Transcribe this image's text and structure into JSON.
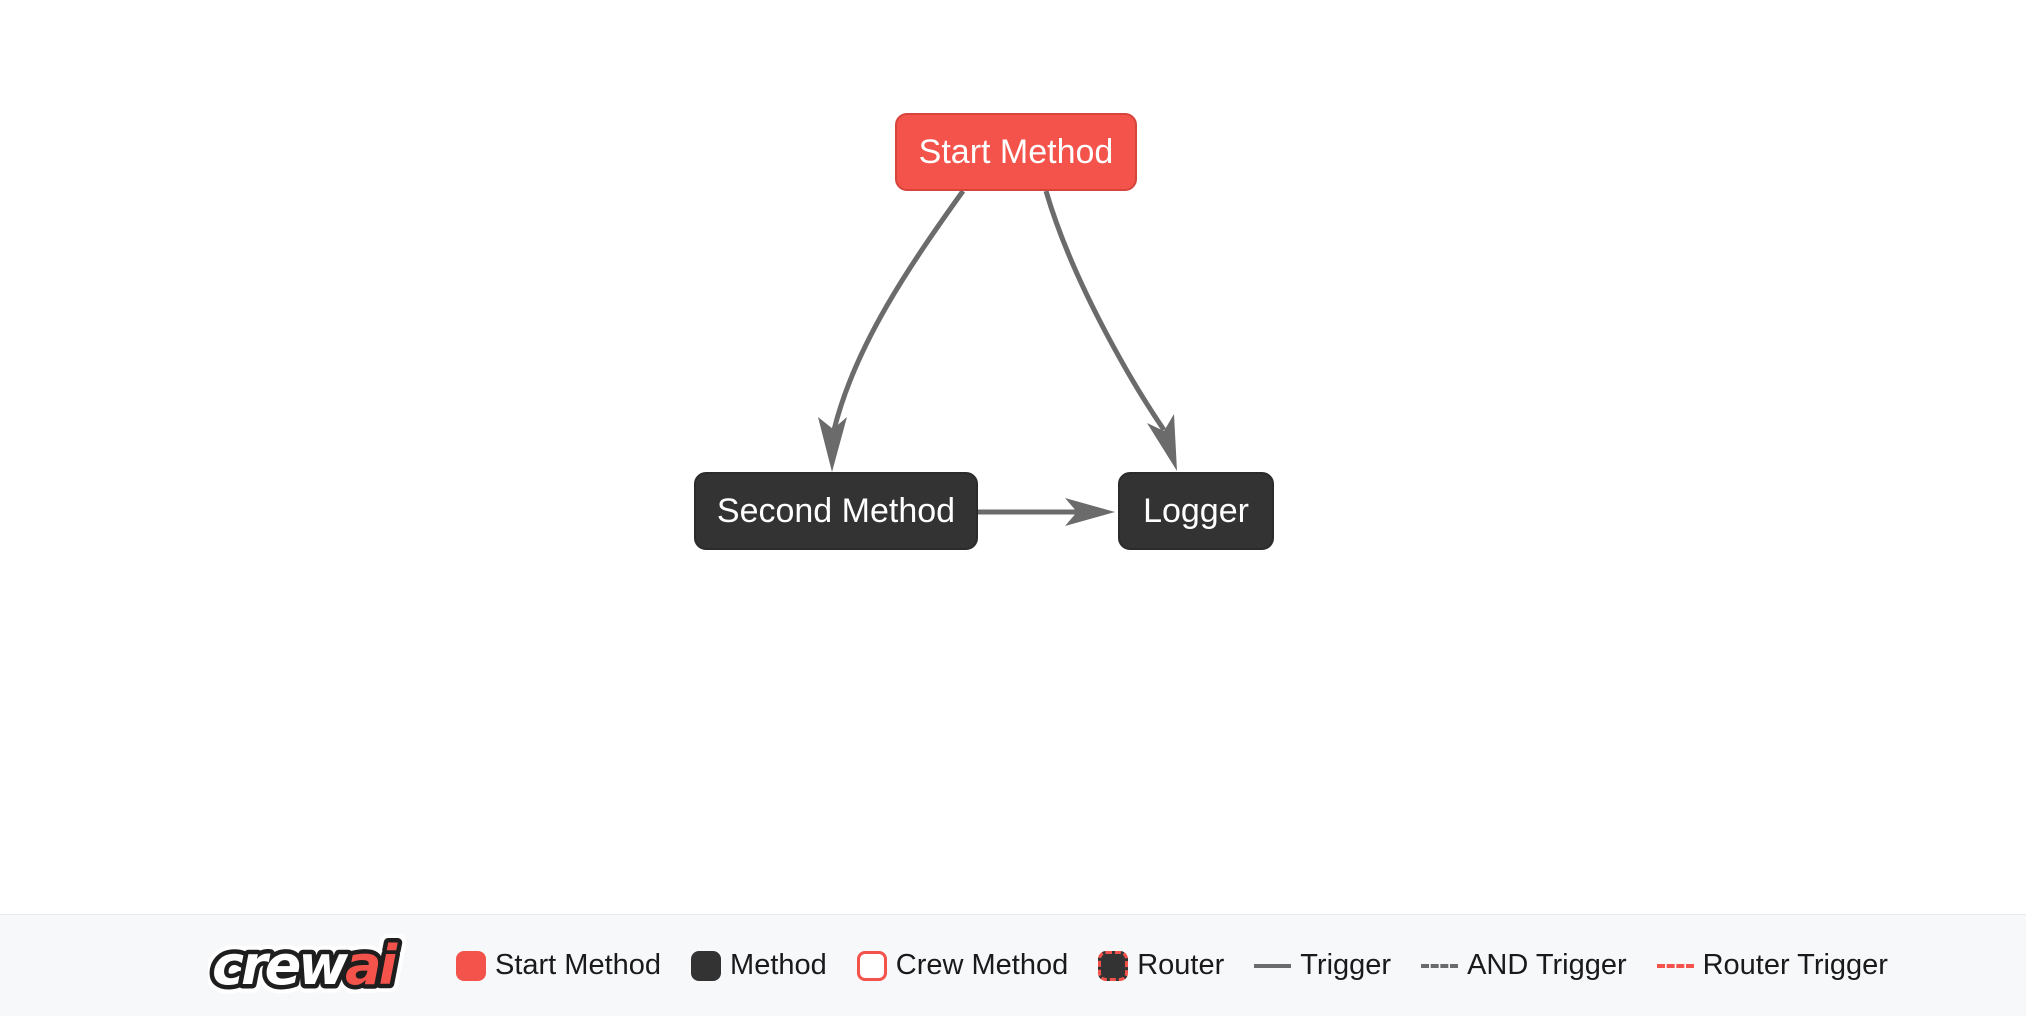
{
  "colors": {
    "canvas_bg": "#ffffff",
    "footer_bg": "#f7f8fa",
    "footer_border": "#ececf0",
    "accent_red": "#f3534b",
    "start_fill": "#f3534b",
    "start_border": "#d6443c",
    "node_dark_fill": "#333333",
    "node_dark_border": "#2b2b2b",
    "node_text": "#ffffff",
    "edge_gray": "#6b6b6b",
    "legend_text": "#1a1a1a"
  },
  "diagram": {
    "nodes": [
      {
        "id": "start_method",
        "label": "Start Method",
        "type": "start-method"
      },
      {
        "id": "second_method",
        "label": "Second Method",
        "type": "method"
      },
      {
        "id": "logger",
        "label": "Logger",
        "type": "method"
      }
    ],
    "edges": [
      {
        "from": "start_method",
        "to": "second_method",
        "type": "trigger"
      },
      {
        "from": "start_method",
        "to": "logger",
        "type": "trigger"
      },
      {
        "from": "second_method",
        "to": "logger",
        "type": "trigger"
      }
    ]
  },
  "footer": {
    "logo": {
      "crew": "crew",
      "ai": "ai"
    },
    "legend": {
      "items": [
        {
          "label": "Start Method",
          "swatch": "start-method-swatch"
        },
        {
          "label": "Method",
          "swatch": "method-swatch"
        },
        {
          "label": "Crew Method",
          "swatch": "crew-method-swatch"
        },
        {
          "label": "Router",
          "swatch": "router-swatch"
        },
        {
          "label": "Trigger",
          "swatch": "trigger-line"
        },
        {
          "label": "AND Trigger",
          "swatch": "and-trigger-line"
        },
        {
          "label": "Router Trigger",
          "swatch": "router-trigger-line"
        }
      ]
    }
  }
}
